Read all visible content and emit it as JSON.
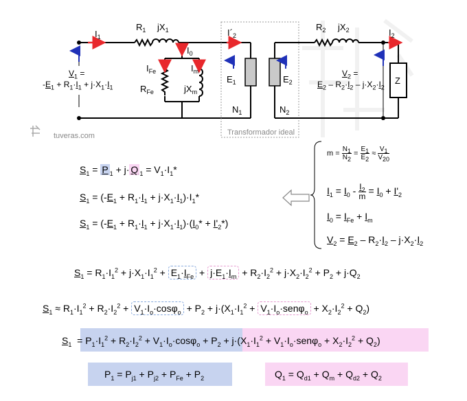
{
  "circuit": {
    "I1": "I",
    "I1s": "1",
    "R1": "R",
    "R1s": "1",
    "X1": "jX",
    "X1s": "1",
    "I0": "I",
    "I0s": "0",
    "IFe": "I",
    "IFes": "Fe",
    "Im": "I",
    "Ims": "m",
    "RFe": "R",
    "RFes": "Fe",
    "Xm": "jX",
    "Xms": "m",
    "I2p": "I´",
    "I2ps": "2",
    "E1": "E",
    "E1s": "1",
    "N1": "N",
    "N1s": "1",
    "E2": "E",
    "E2s": "2",
    "N2": "N",
    "N2s": "2",
    "R2": "R",
    "R2s": "2",
    "X2": "jX",
    "X2s": "2",
    "I2": "I",
    "I2s": "2",
    "Z": "Z",
    "ideal_label": "Transformador ideal",
    "credit": "tuveras.com",
    "v1_line1": "V1 =",
    "v1_line2": "-E1 + R1·I1 + j·X1·I1",
    "v2_line1": "V2 =",
    "v2_line2": "E2 – R2·I2 – j·X2·I2"
  },
  "colors": {
    "arrow_red": "#e8282c",
    "arrow_blue": "#1f31b8",
    "core_gray": "#c9c9c9",
    "band_blue": "#c7d3ef",
    "band_pink": "#fad6f3"
  },
  "right_panel": {
    "m_ratio": "m = N1/N2 = E1/E2 ≈ V1/V20",
    "i1_eq": "I1 = I0 - I2/m = I0 + I'2",
    "i0_eq": "I0 = IFe + Im",
    "v2_eq": "V2 = E2 – R2·I2 – j·X2·I2"
  },
  "left_eqs": {
    "e1": "S1 = P1 + j·Q1 = V1·I1*",
    "e2": "S1 = (-E1 + R1·I1 + j·X1·I1)·I1*",
    "e3": "S1 = (-E1 + R1·I1 + j·X1·I1)·(I0* + I'2*)"
  },
  "power_eqs": {
    "e4": "S1 = R1·I1² + j·X1·I1² + E1·IFe + j·E1·Im + R2·I2² + j·X2·I2² + P2 + j·Q2",
    "e5": "S1 ≈ R1·I1² + R2·I2² + V1·I0·cosφ0 + P2 + j·(X1·I1² + V1·I0·senφ0 + X2·I2² + Q2)",
    "e6": "S1 = P1·I1² + R2·I2² + V1·I0·cosφ0 + P2 + j·(X1·I1² + V1·I0·senφ0 + X2·I2² + Q2)",
    "p1": "P1 = Pj1 + Pj2 + PFe + P2",
    "q1": "Q1 = Qd1 + Qm + Qd2 + Q2"
  }
}
